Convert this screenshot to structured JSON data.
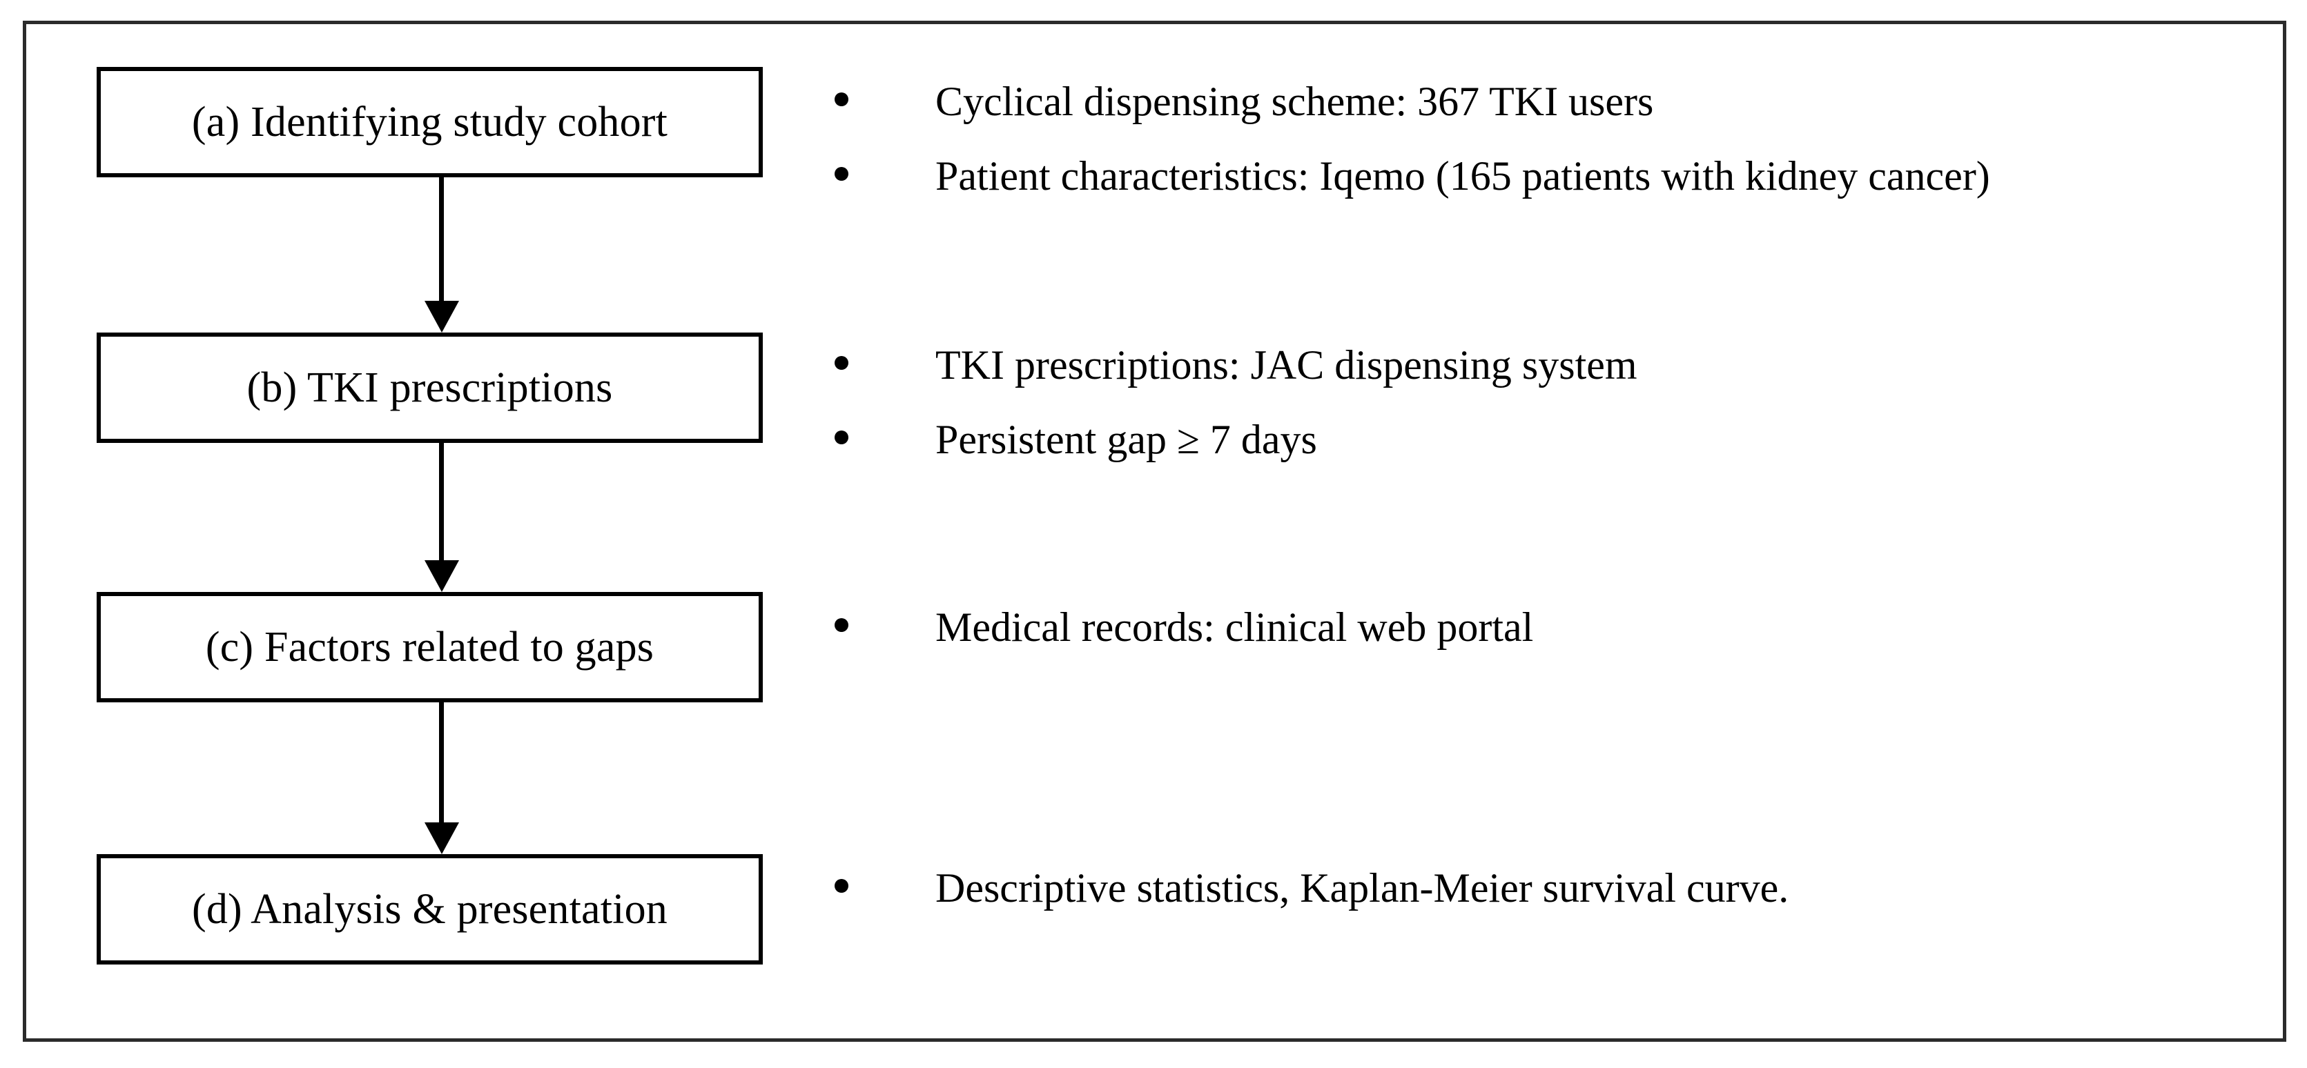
{
  "figure": {
    "type": "flowchart",
    "orientation": "vertical",
    "frame_color": "#2b2b2b",
    "box_border_color": "#000000",
    "text_color": "#000000",
    "background_color": "#ffffff"
  },
  "steps": [
    {
      "id": "a",
      "box_label": "(a) Identifying study cohort",
      "bullets": [
        "Cyclical dispensing scheme: 367 TKI users",
        "Patient characteristics: Iqemo (165 patients with kidney cancer)"
      ]
    },
    {
      "id": "b",
      "box_label": "(b) TKI prescriptions",
      "bullets": [
        "TKI prescriptions: JAC dispensing system",
        "Persistent gap ≥ 7 days"
      ]
    },
    {
      "id": "c",
      "box_label": "(c) Factors related to gaps",
      "bullets": [
        "Medical records: clinical web portal"
      ]
    },
    {
      "id": "d",
      "box_label": "(d) Analysis & presentation",
      "bullets": [
        "Descriptive statistics, Kaplan-Meier survival curve."
      ]
    }
  ],
  "connectors": [
    {
      "from": "a",
      "to": "b",
      "style": "solid-line-with-filled-arrowhead"
    },
    {
      "from": "b",
      "to": "c",
      "style": "solid-line-with-filled-arrowhead"
    },
    {
      "from": "c",
      "to": "d",
      "style": "solid-line-with-filled-arrowhead"
    }
  ]
}
